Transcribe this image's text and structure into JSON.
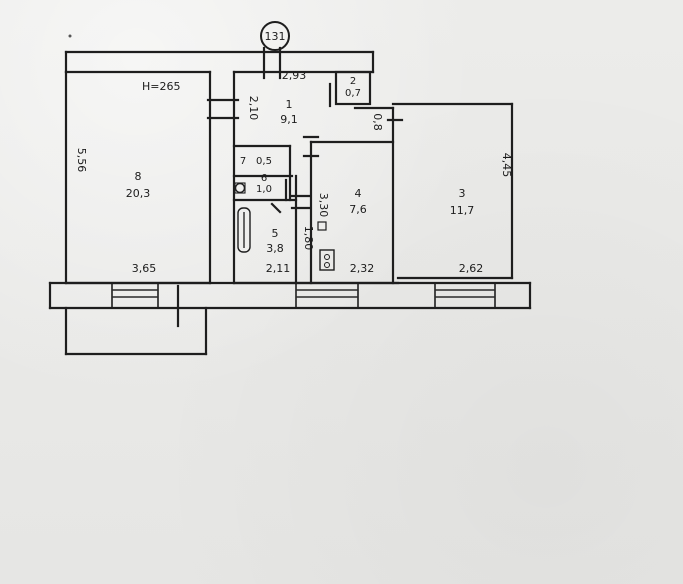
{
  "plan": {
    "building_number": "131",
    "ceiling_height": "H=265",
    "rooms": [
      {
        "id": "room-8",
        "number": "8",
        "area": "20,3"
      },
      {
        "id": "room-1",
        "number": "1",
        "area": "9,1"
      },
      {
        "id": "room-2",
        "number": "2",
        "area": "0,7"
      },
      {
        "id": "room-7",
        "number": "7",
        "area": "0,5"
      },
      {
        "id": "room-6",
        "number": "6",
        "area": "1,0"
      },
      {
        "id": "room-5",
        "number": "5",
        "area": "3,8"
      },
      {
        "id": "room-4",
        "number": "4",
        "area": "7,6"
      },
      {
        "id": "room-3",
        "number": "3",
        "area": "11,7"
      }
    ],
    "dimensions": {
      "left_height": "5,56",
      "hall_width": "2,93",
      "hall_depth": "2,10",
      "right_small": "0,8",
      "room8_width": "3,65",
      "room5_depth": "1,80",
      "room5_width": "2,11",
      "room4_width": "2,32",
      "room4_depth": "3,30",
      "room3_width": "2,62",
      "room3_depth": "4,45"
    }
  }
}
